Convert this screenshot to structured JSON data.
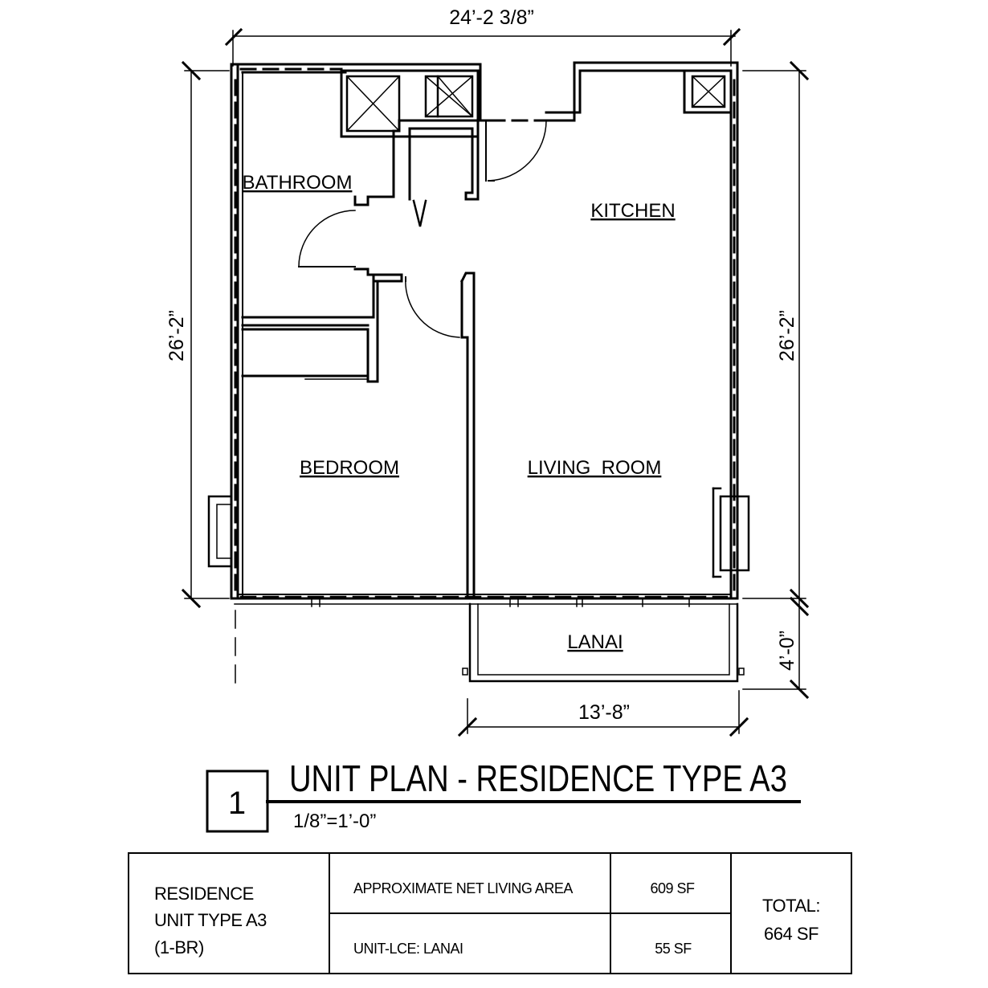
{
  "plan": {
    "dimensions": {
      "top_width": "24’-2 3/8”",
      "left_height": "26’-2”",
      "right_height": "26’-2”",
      "lanai_depth": "4’-0”",
      "lanai_width": "13’-8”"
    },
    "rooms": {
      "bathroom": "BATHROOM",
      "kitchen": "KITCHEN",
      "bedroom": "BEDROOM",
      "living_room": "LIVING  ROOM",
      "lanai": "LANAI"
    }
  },
  "title_block": {
    "number": "1",
    "title": "UNIT PLAN - RESIDENCE TYPE A3",
    "scale": "1/8”=1’-0”"
  },
  "area_table": {
    "unit_name_lines": [
      "RESIDENCE",
      "UNIT TYPE A3",
      "(1-BR)"
    ],
    "rows": [
      {
        "label": "APPROXIMATE NET LIVING AREA",
        "value": "609 SF"
      },
      {
        "label": "UNIT-LCE: LANAI",
        "value": "55 SF"
      }
    ],
    "total_label": "TOTAL:",
    "total_value": "664 SF"
  }
}
